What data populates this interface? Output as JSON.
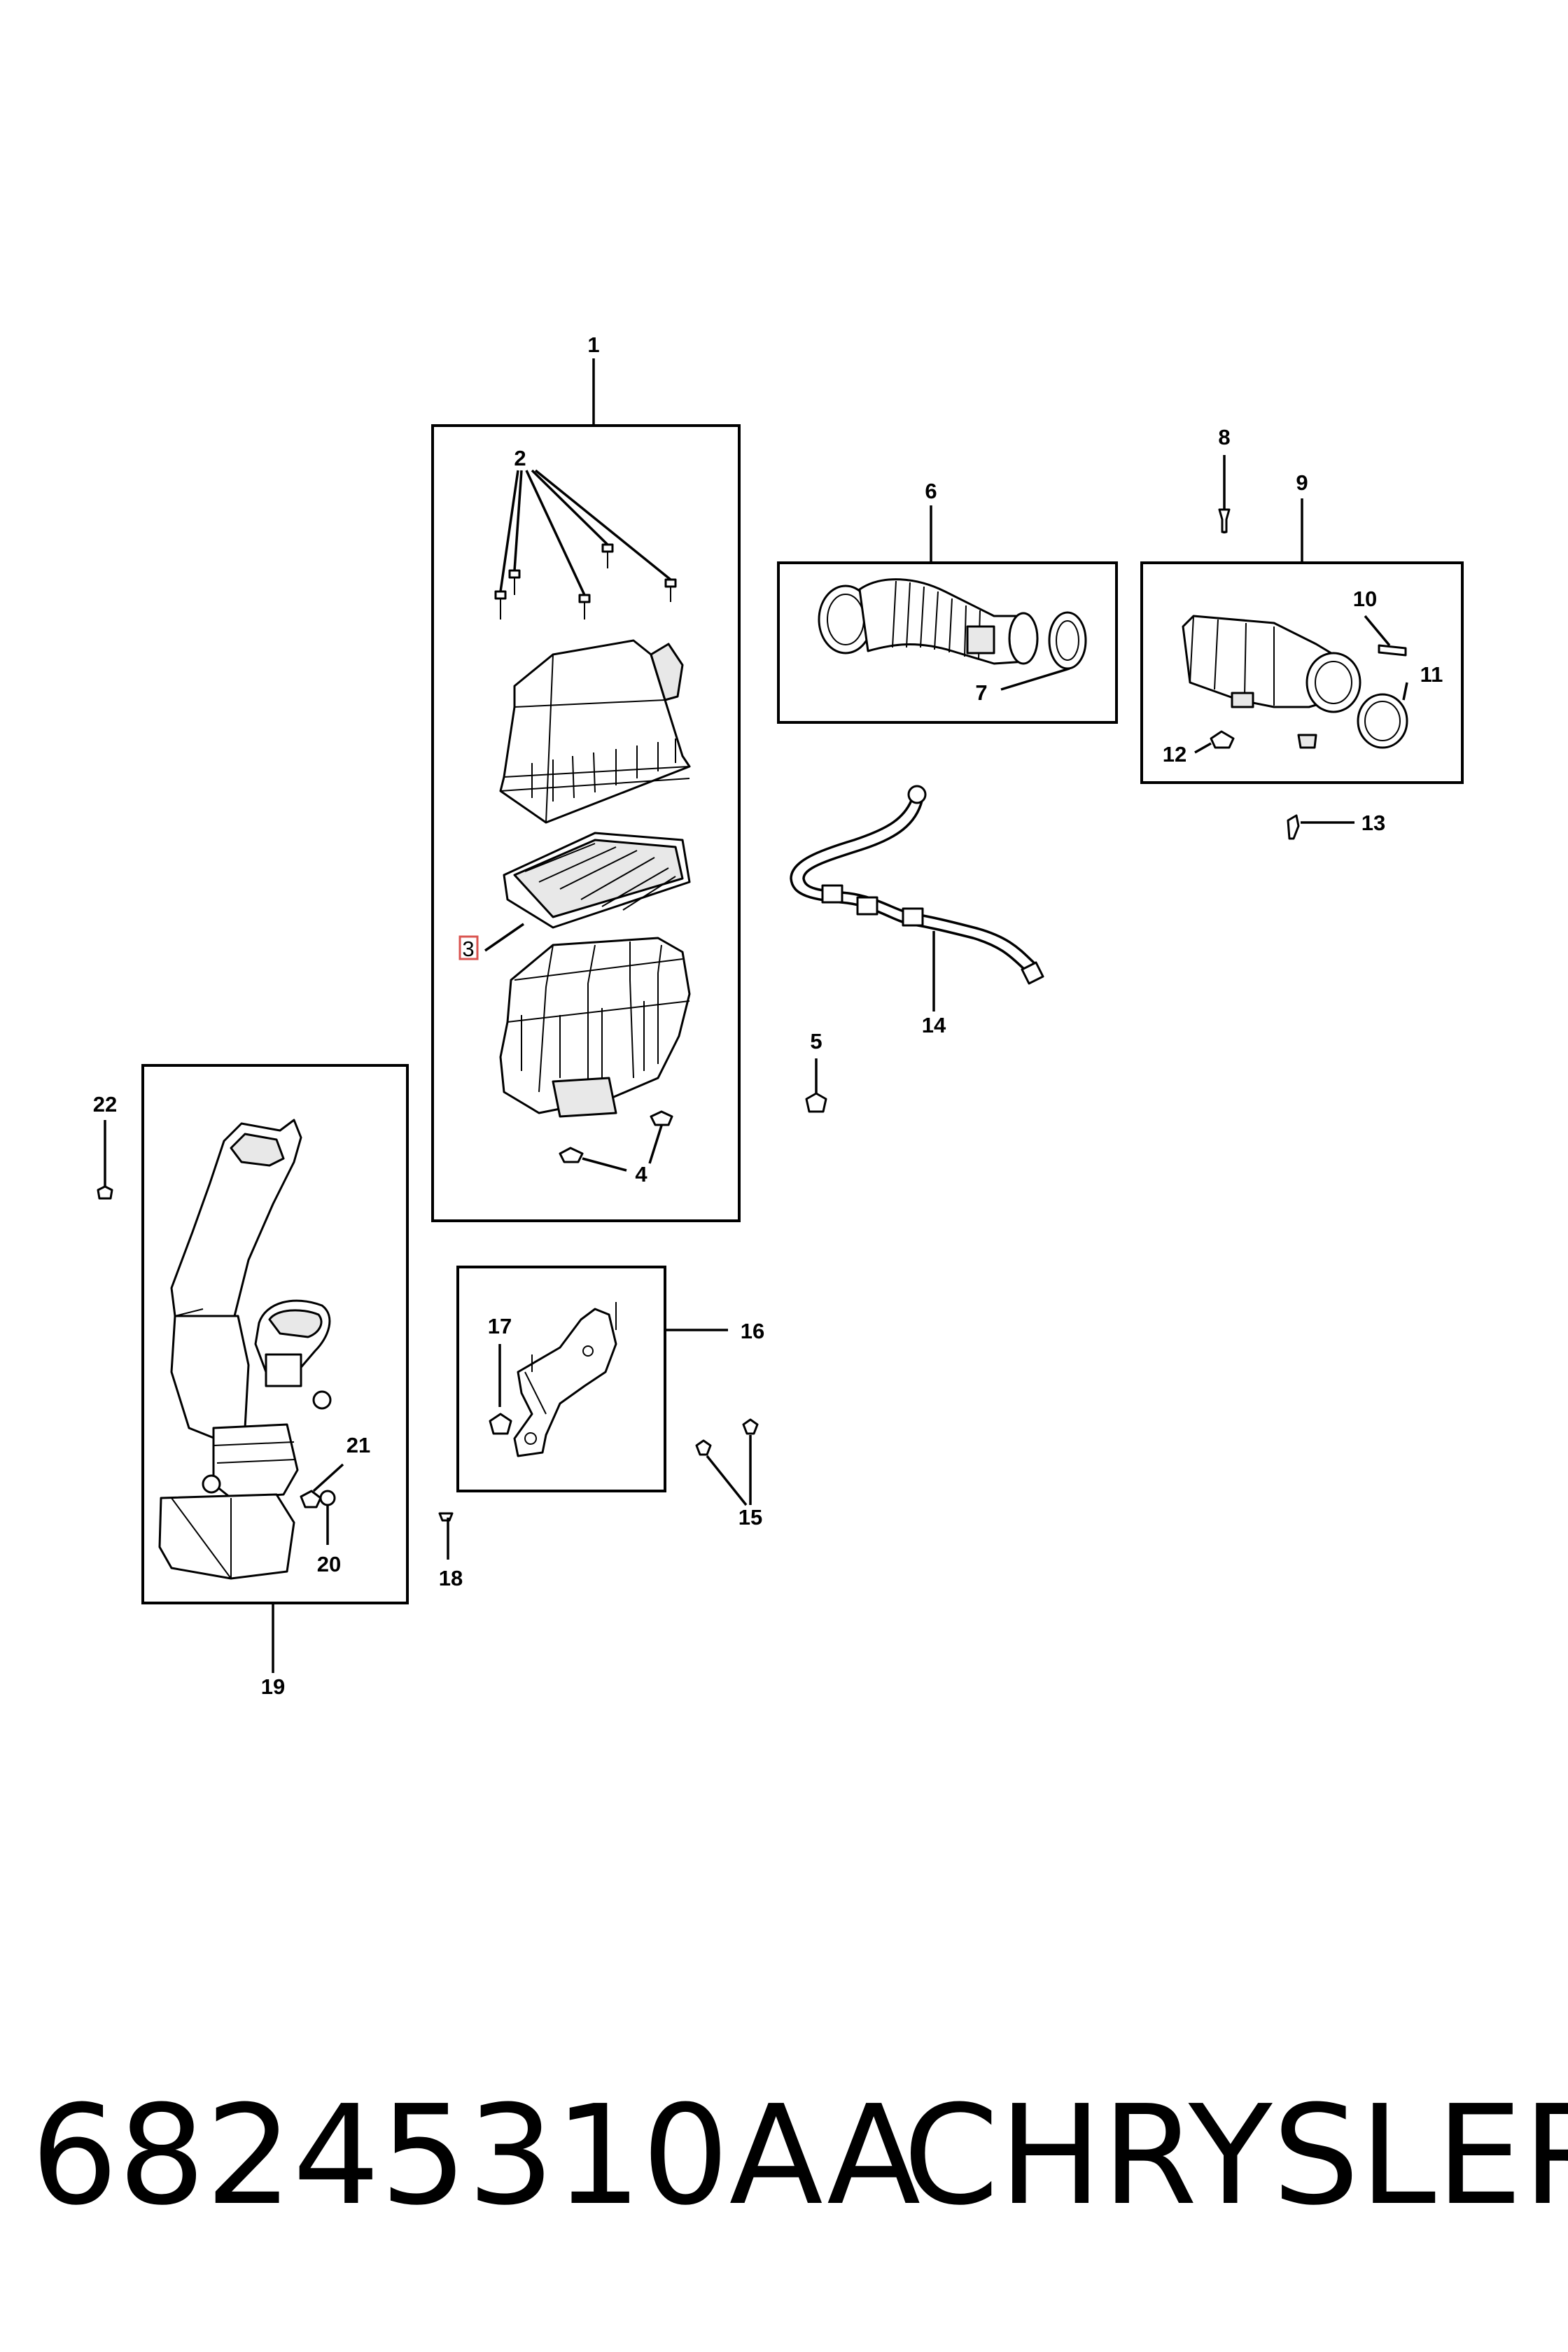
{
  "callouts": {
    "c1": "1",
    "c2": "2",
    "c3": "3",
    "c4": "4",
    "c5": "5",
    "c6": "6",
    "c7": "7",
    "c8": "8",
    "c9": "9",
    "c10": "10",
    "c11": "11",
    "c12": "12",
    "c13": "13",
    "c14": "14",
    "c15": "15",
    "c16": "16",
    "c17": "17",
    "c18": "18",
    "c19": "19",
    "c20": "20",
    "c21": "21",
    "c22": "22"
  },
  "highlighted_callout": "3",
  "highlight_color": "#d9534f",
  "footer": {
    "part_number": "68245310AA",
    "brand": "CHRYSLER"
  }
}
